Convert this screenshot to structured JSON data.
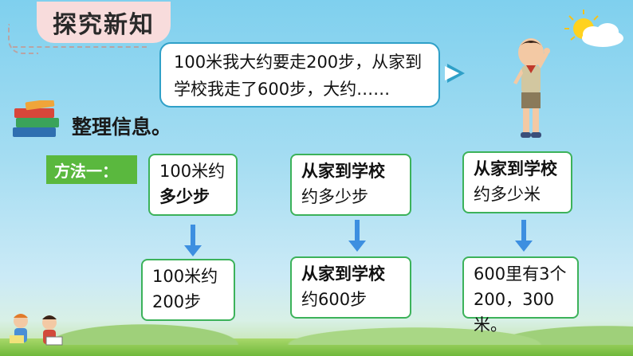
{
  "header": {
    "title": "探究新知"
  },
  "speech_bubble": {
    "line1": "100米我大约要走200步，从家到",
    "line2": "学校我走了600步，大约……"
  },
  "section": {
    "title": "整理信息。"
  },
  "method": {
    "label": "方法一："
  },
  "columns": [
    {
      "top_line1": "100米约",
      "top_line2": "多少步",
      "bottom_line1": "100米约",
      "bottom_line2": "200步"
    },
    {
      "top_line1": "从家到学校",
      "top_line2": "约多少步",
      "bottom_line1": "从家到学校",
      "bottom_line2": "约600步"
    },
    {
      "top_line1": "从家到学校",
      "top_line2": "约多少米",
      "bottom_line1": "600里有3个",
      "bottom_line2": "200，300米。"
    }
  ],
  "colors": {
    "title_tab_bg": "#f8dcdc",
    "box_border": "#3cb25a",
    "method_bg": "#5ab83e",
    "arrow": "#3d8fe0",
    "bubble_border": "#2fa0c8"
  }
}
